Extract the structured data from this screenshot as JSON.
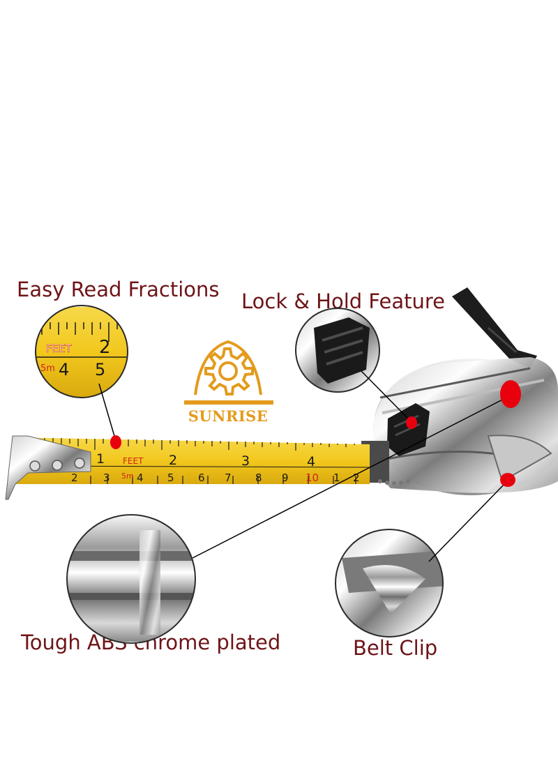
{
  "callouts": {
    "fractions": "Easy Read Fractions",
    "lock": "Lock & Hold Feature",
    "casing": "Tough ABS chrome plated",
    "belt_clip": "Belt Clip"
  },
  "brand": {
    "name": "SUNRISE",
    "color": "#e39b1c"
  },
  "tape_markings": {
    "inch_numbers": [
      "1",
      "2",
      "3",
      "4"
    ],
    "cm_numbers": [
      "2",
      "3",
      "4",
      "5",
      "6",
      "7",
      "8",
      "9",
      "10",
      "1",
      "2"
    ],
    "feet_label": "FEET",
    "length_label": "5m",
    "zoom_top": "2",
    "zoom_bottom_left": "4",
    "zoom_bottom_right": "5",
    "zoom_feet": "FEET",
    "zoom_length": "5m"
  },
  "colors": {
    "label_text": "#6e1418",
    "tape_yellow": "#f2c81d",
    "marker_red": "#e8000f",
    "leader_line": "#000000"
  }
}
